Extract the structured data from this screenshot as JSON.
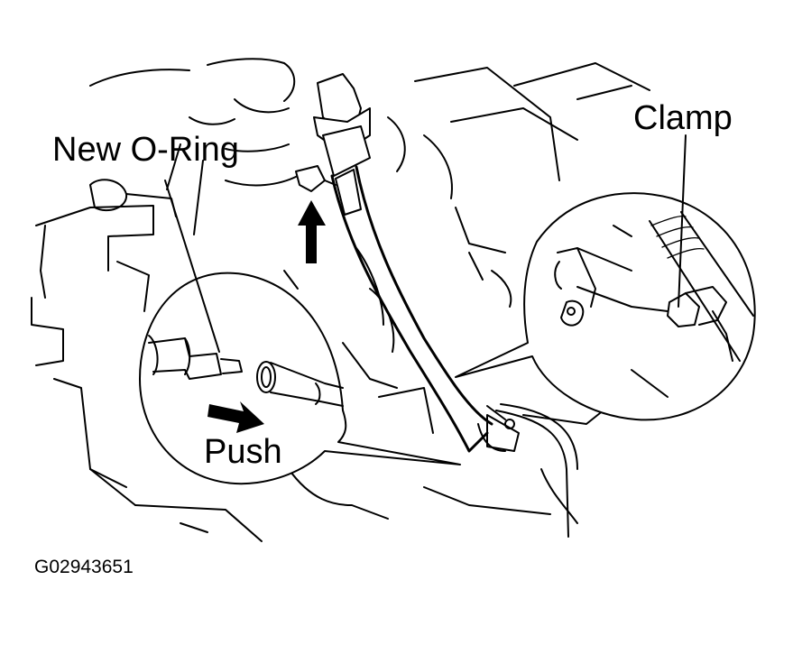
{
  "labels": {
    "new_oring": "New  O-Ring",
    "clamp": "Clamp",
    "push": "Push",
    "figure_code": "G02943651"
  },
  "icons": [
    "up-arrow-icon",
    "right-arrow-icon"
  ],
  "colors": {
    "line": "#000000",
    "background": "#ffffff"
  }
}
